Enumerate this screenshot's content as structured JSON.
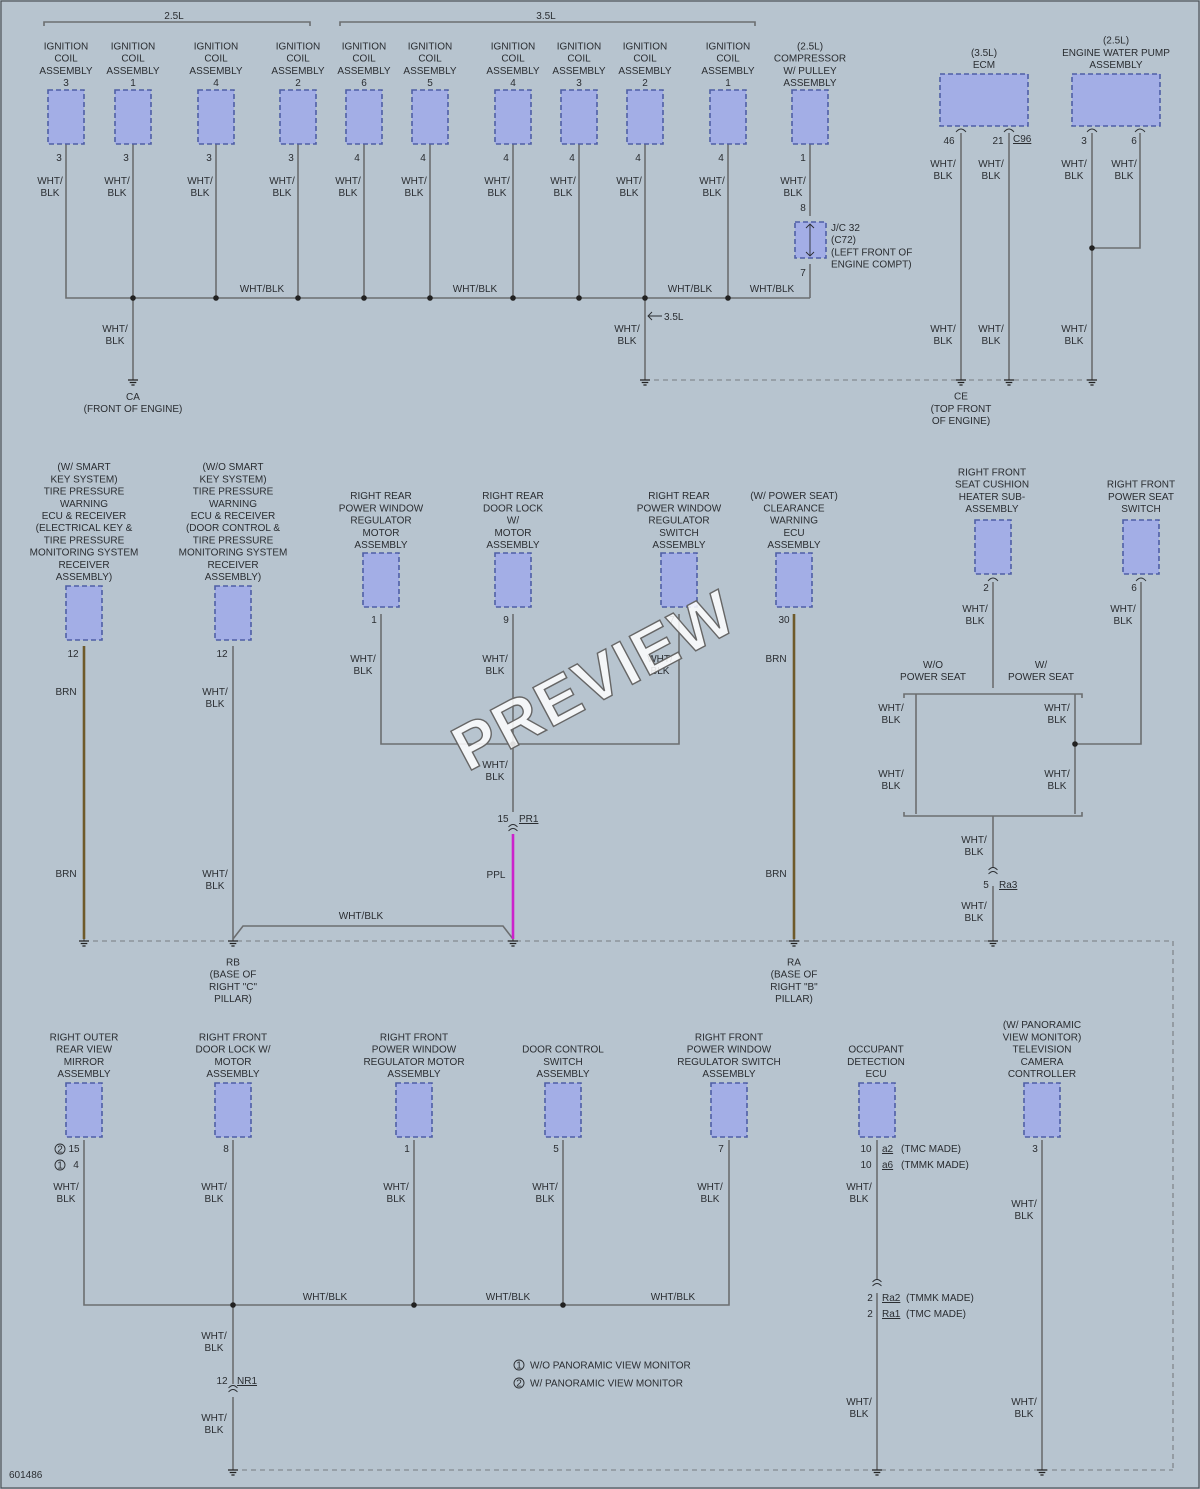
{
  "header": {
    "left_group": "2.5L",
    "right_group": "3.5L"
  },
  "wire_color": "WHT/BLK",
  "color_codes": {
    "brown": "BRN",
    "purple": "PPL"
  },
  "wire_colors_hex": {
    "wht_blk": "#6c6e70",
    "brn": "#6e5a2a",
    "ppl": "#cc22cc",
    "component": "#a3aee6"
  },
  "components": {
    "coil_25_3": {
      "label": [
        "IGNITION",
        "COIL",
        "ASSEMBLY",
        "3"
      ],
      "pin": "3"
    },
    "coil_25_1": {
      "label": [
        "IGNITION",
        "COIL",
        "ASSEMBLY",
        "1"
      ],
      "pin": "3"
    },
    "coil_25_4": {
      "label": [
        "IGNITION",
        "COIL",
        "ASSEMBLY",
        "4"
      ],
      "pin": "3"
    },
    "coil_25_2": {
      "label": [
        "IGNITION",
        "COIL",
        "ASSEMBLY",
        "2"
      ],
      "pin": "3"
    },
    "coil_35_6": {
      "label": [
        "IGNITION",
        "COIL",
        "ASSEMBLY",
        "6"
      ],
      "pin": "4"
    },
    "coil_35_5": {
      "label": [
        "IGNITION",
        "COIL",
        "ASSEMBLY",
        "5"
      ],
      "pin": "4"
    },
    "coil_35_4": {
      "label": [
        "IGNITION",
        "COIL",
        "ASSEMBLY",
        "4"
      ],
      "pin": "4"
    },
    "coil_35_3": {
      "label": [
        "IGNITION",
        "COIL",
        "ASSEMBLY",
        "3"
      ],
      "pin": "4"
    },
    "coil_35_2": {
      "label": [
        "IGNITION",
        "COIL",
        "ASSEMBLY",
        "2"
      ],
      "pin": "4"
    },
    "coil_35_1": {
      "label": [
        "IGNITION",
        "COIL",
        "ASSEMBLY",
        "1"
      ],
      "pin": "4"
    },
    "compressor": {
      "label": [
        "(2.5L)",
        "COMPRESSOR",
        "W/ PULLEY",
        "ASSEMBLY"
      ],
      "pin": "1"
    },
    "ecm": {
      "label": [
        "(3.5L)",
        "ECM"
      ],
      "pin_a": "46",
      "pin_b": "21",
      "connector": "C96"
    },
    "water_pump": {
      "label": [
        "(2.5L)",
        "ENGINE WATER PUMP",
        "ASSEMBLY"
      ],
      "pin_a": "3",
      "pin_b": "6"
    },
    "tpms_smart": {
      "label": [
        "(W/ SMART",
        "KEY SYSTEM)",
        "TIRE PRESSURE",
        "WARNING",
        "ECU & RECEIVER",
        "(ELECTRICAL KEY &",
        "TIRE PRESSURE",
        "MONITORING SYSTEM",
        "RECEIVER",
        "ASSEMBLY)"
      ],
      "pin": "12"
    },
    "tpms_nosmart": {
      "label": [
        "(W/O SMART",
        "KEY SYSTEM)",
        "TIRE PRESSURE",
        "WARNING",
        "ECU & RECEIVER",
        "(DOOR CONTROL &",
        "TIRE PRESSURE",
        "MONITORING SYSTEM",
        "RECEIVER",
        "ASSEMBLY)"
      ],
      "pin": "12"
    },
    "rr_window_motor": {
      "label": [
        "RIGHT REAR",
        "POWER WINDOW",
        "REGULATOR",
        "MOTOR",
        "ASSEMBLY"
      ],
      "pin": "1"
    },
    "rr_door_lock": {
      "label": [
        "RIGHT REAR",
        "DOOR LOCK",
        "W/",
        "MOTOR",
        "ASSEMBLY"
      ],
      "pin": "9"
    },
    "rr_window_switch": {
      "label": [
        "RIGHT REAR",
        "POWER WINDOW",
        "REGULATOR",
        "SWITCH",
        "ASSEMBLY"
      ],
      "pin": "7"
    },
    "seat_clearance": {
      "label": [
        "(W/ POWER SEAT)",
        "CLEARANCE",
        "WARNING",
        "ECU",
        "ASSEMBLY"
      ],
      "pin": "30"
    },
    "seat_heater": {
      "label": [
        "RIGHT FRONT",
        "SEAT CUSHION",
        "HEATER SUB-",
        "ASSEMBLY"
      ],
      "pin": "2"
    },
    "power_seat_switch": {
      "label": [
        "RIGHT FRONT",
        "POWER SEAT",
        "SWITCH"
      ],
      "pin": "6"
    },
    "outer_mirror": {
      "label": [
        "RIGHT OUTER",
        "REAR VIEW",
        "MIRROR",
        "ASSEMBLY"
      ],
      "pin_2": "15",
      "pin_1": "4"
    },
    "rf_door_lock": {
      "label": [
        "RIGHT FRONT",
        "DOOR LOCK W/",
        "MOTOR",
        "ASSEMBLY"
      ],
      "pin": "8"
    },
    "rf_window_motor": {
      "label": [
        "RIGHT FRONT",
        "POWER WINDOW",
        "REGULATOR MOTOR",
        "ASSEMBLY"
      ],
      "pin": "1"
    },
    "door_control_switch": {
      "label": [
        "DOOR CONTROL",
        "SWITCH",
        "ASSEMBLY"
      ],
      "pin": "5"
    },
    "rf_window_switch": {
      "label": [
        "RIGHT FRONT",
        "POWER WINDOW",
        "REGULATOR SWITCH",
        "ASSEMBLY"
      ],
      "pin": "7"
    },
    "occupant_ecu": {
      "label": [
        "OCCUPANT",
        "DETECTION",
        "ECU"
      ],
      "pin_tmc": "10",
      "conn_tmc": "a2",
      "note_tmc": "(TMC MADE)",
      "pin_tmmk": "10",
      "conn_tmmk": "a6",
      "note_tmmk": "(TMMK MADE)"
    },
    "camera_controller": {
      "label": [
        "(W/ PANORAMIC",
        "VIEW MONITOR)",
        "TELEVISION",
        "CAMERA",
        "CONTROLLER"
      ],
      "pin": "3"
    }
  },
  "junction": {
    "label": [
      "J/C 32",
      "(C72)",
      "(LEFT FRONT OF",
      "ENGINE COMPT)"
    ],
    "pin_top": "8",
    "pin_bottom": "7"
  },
  "branch_note": "3.5L",
  "splits": {
    "wo_power_seat": [
      "W/O",
      "POWER SEAT"
    ],
    "w_power_seat": [
      "W/",
      "POWER SEAT"
    ]
  },
  "connectors": {
    "pr1": {
      "pin": "15",
      "id": "PR1"
    },
    "ra3": {
      "pin": "5",
      "id": "Ra3"
    },
    "nr1": {
      "pin": "12",
      "id": "NR1"
    },
    "ra2": {
      "pin": "2",
      "id": "Ra2",
      "note": "(TMMK MADE)"
    },
    "ra1": {
      "pin": "2",
      "id": "Ra1",
      "note": "(TMC MADE)"
    }
  },
  "grounds": {
    "ca": [
      "CA",
      "(FRONT OF ENGINE)"
    ],
    "ce": [
      "CE",
      "(TOP FRONT",
      "OF ENGINE)"
    ],
    "rb": [
      "RB",
      "(BASE OF",
      "RIGHT \"C\"",
      "PILLAR)"
    ],
    "ra": [
      "RA",
      "(BASE OF",
      "RIGHT \"B\"",
      "PILLAR)"
    ]
  },
  "legend": [
    {
      "symbol": "1",
      "text": "W/O PANORAMIC VIEW MONITOR"
    },
    {
      "symbol": "2",
      "text": "W/ PANORAMIC VIEW MONITOR"
    }
  ],
  "figure_id": "601486",
  "watermark": "PREVIEW"
}
